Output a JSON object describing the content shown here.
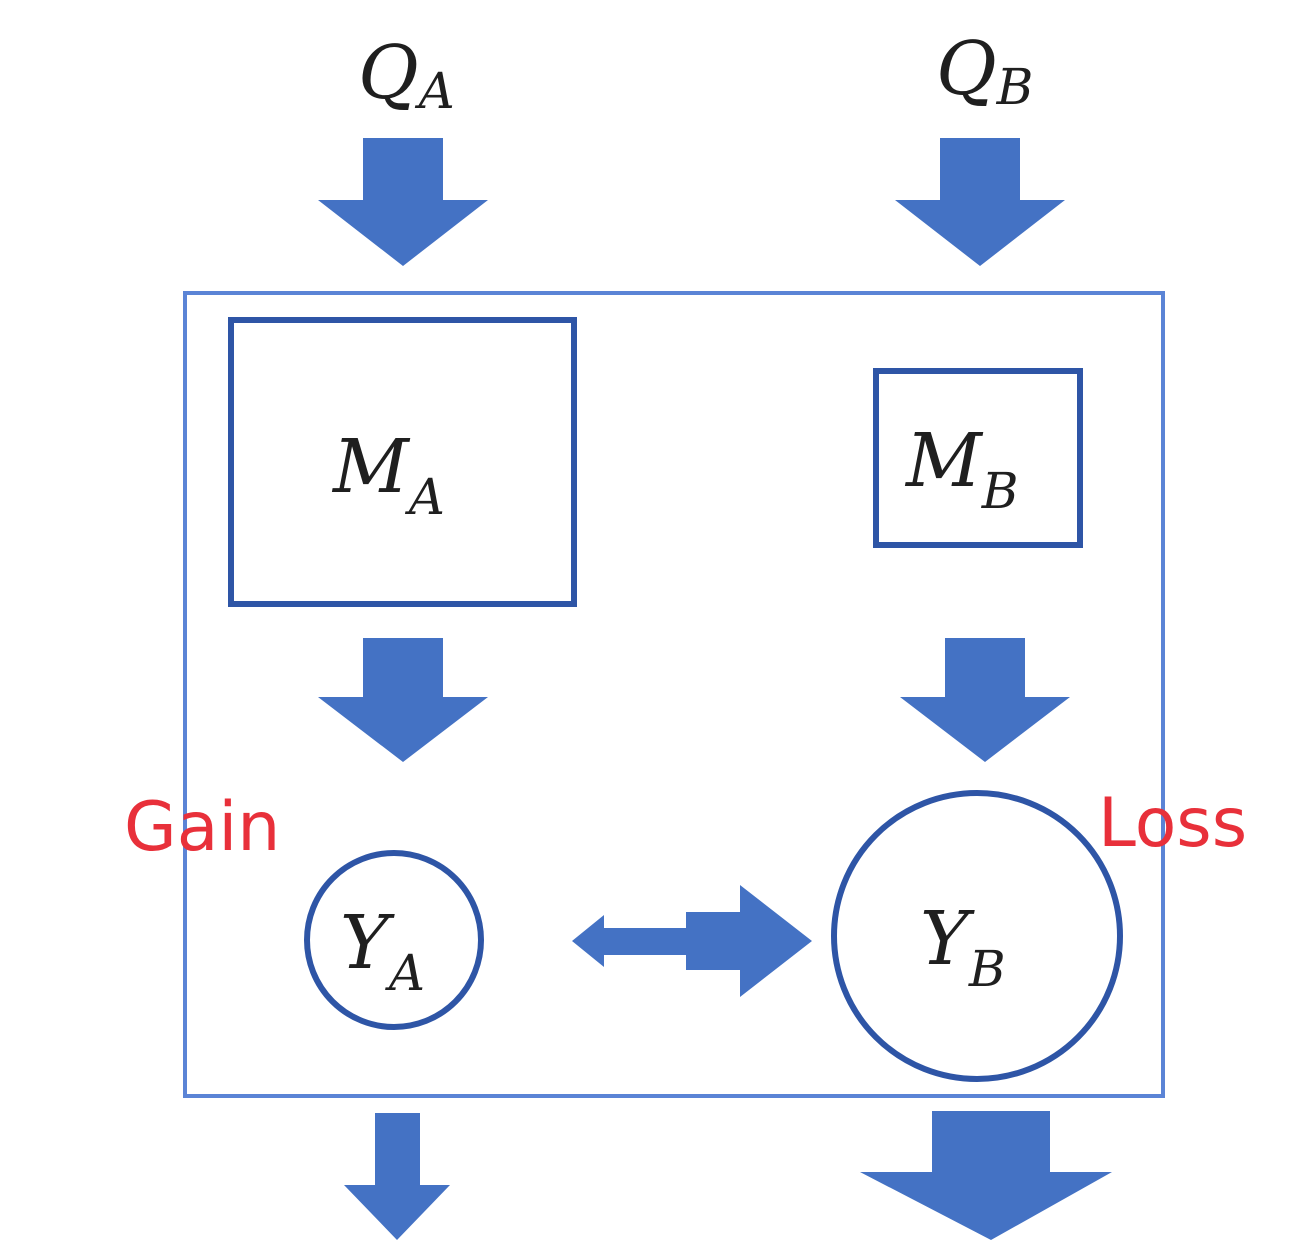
{
  "labels": {
    "qa": {
      "main": "Q",
      "sub": "A"
    },
    "qb": {
      "main": "Q",
      "sub": "B"
    },
    "ma": {
      "main": "M",
      "sub": "A"
    },
    "mb": {
      "main": "M",
      "sub": "B"
    },
    "ya": {
      "main": "Y",
      "sub": "A"
    },
    "yb": {
      "main": "Y",
      "sub": "B"
    },
    "gain": "Gain",
    "loss": "Loss"
  },
  "colors": {
    "arrow": "#4472c4",
    "frame": "#5b84d6",
    "shape_stroke": "#2e55a6",
    "label": "#e8303a"
  }
}
